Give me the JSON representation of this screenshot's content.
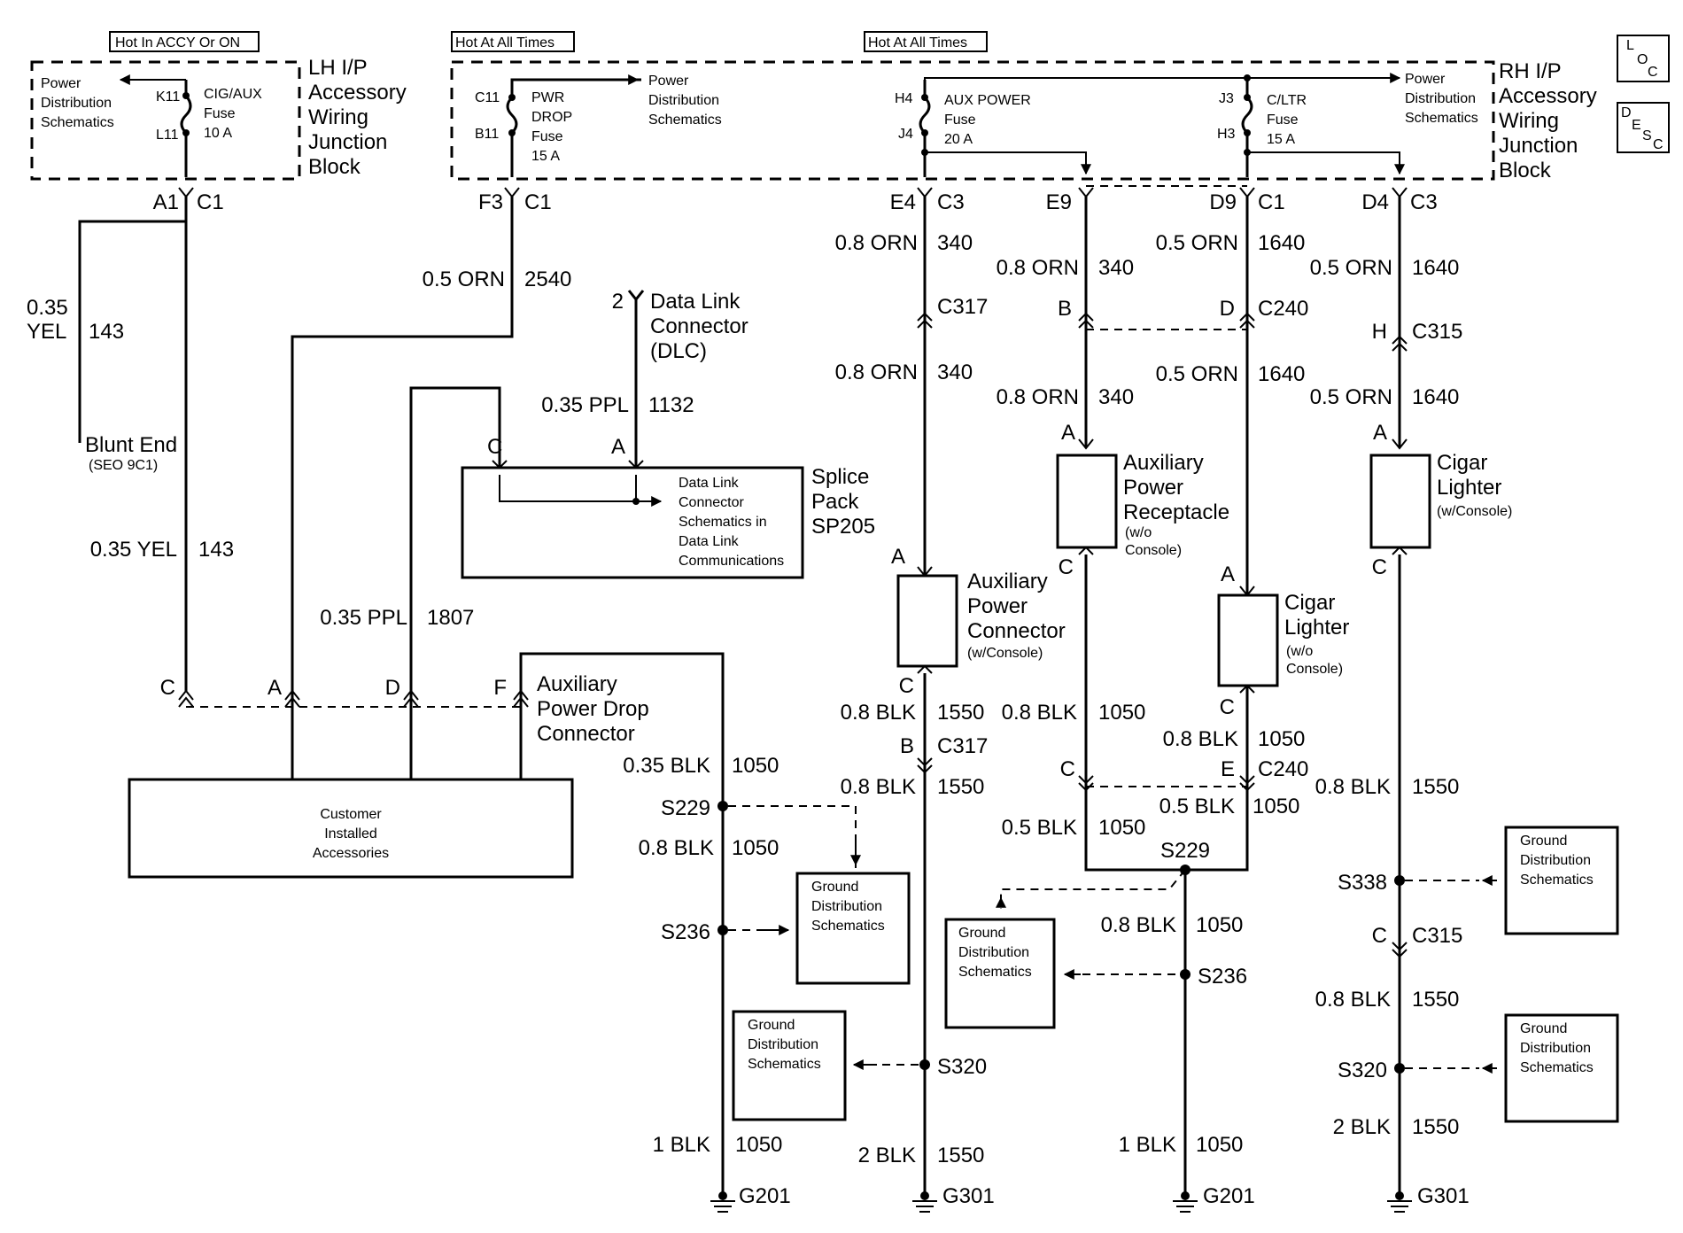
{
  "header": {
    "hot_accy": "Hot In ACCY Or ON",
    "hot_all_1": "Hot At All Times",
    "hot_all_2": "Hot At All Times",
    "loc": [
      "L",
      "O",
      "C"
    ],
    "desc": [
      "D",
      "E",
      "S",
      "C"
    ]
  },
  "lh_block": {
    "title": [
      "LH I/P",
      "Accessory",
      "Wiring",
      "Junction",
      "Block"
    ],
    "pds": [
      "Power",
      "Distribution",
      "Schematics"
    ],
    "fuse": [
      "CIG/AUX",
      "Fuse",
      "10 A"
    ],
    "pins": [
      "K11",
      "L11"
    ]
  },
  "rh_block": {
    "title": [
      "RH I/P",
      "Accessory",
      "Wiring",
      "Junction",
      "Block"
    ],
    "pwr_fuse": [
      "PWR",
      "DROP",
      "Fuse",
      "15 A"
    ],
    "pwr_pins": [
      "C11",
      "B11"
    ],
    "pds_left": [
      "Power",
      "Distribution",
      "Schematics"
    ],
    "aux_fuse": [
      "AUX POWER",
      "Fuse",
      "20 A"
    ],
    "aux_pins": [
      "H4",
      "J4"
    ],
    "cltr_fuse": [
      "C/LTR",
      "Fuse",
      "15 A"
    ],
    "cltr_pins": [
      "J3",
      "H3"
    ],
    "pds_right": [
      "Power",
      "Distribution",
      "Schematics"
    ]
  },
  "connectors": {
    "a1": "A1",
    "c1a": "C1",
    "f3": "F3",
    "c1b": "C1",
    "e4": "E4",
    "c3a": "C3",
    "e9": "E9",
    "d9": "D9",
    "c1c": "C1",
    "d4": "D4",
    "c3b": "C3"
  },
  "wires": {
    "w143_gauge": "0.35",
    "w143_color": "YEL",
    "w143_circuit": "143",
    "w143b": "0.35 YEL",
    "w143b_c": "143",
    "w2540": "0.5 ORN",
    "w2540_c": "2540",
    "w1132": "0.35 PPL",
    "w1132_c": "1132",
    "w1807": "0.35 PPL",
    "w1807_c": "1807",
    "w340a": "0.8 ORN",
    "w340a_c": "340",
    "w340b": "0.8 ORN",
    "w340b_c": "340",
    "w340c": "0.8 ORN",
    "w340c_c": "340",
    "w340d": "0.8 ORN",
    "w340d_c": "340",
    "w1640a": "0.5 ORN",
    "w1640a_c": "1640",
    "w1640b": "0.5 ORN",
    "w1640b_c": "1640",
    "w1640c": "0.5 ORN",
    "w1640c_c": "1640",
    "w1640d": "0.5 ORN",
    "w1640d_c": "1640",
    "w1050a": "0.35 BLK",
    "w1050a_c": "1050",
    "w1050b": "0.8 BLK",
    "w1050b_c": "1050",
    "w1050c": "1 BLK",
    "w1050c_c": "1050",
    "w1550a": "0.8 BLK",
    "w1550a_c": "1550",
    "w1550b": "0.8 BLK",
    "w1550b_c": "1550",
    "w1550c": "2 BLK",
    "w1550c_c": "1550",
    "w1050d": "0.8 BLK",
    "w1050d_c": "1050",
    "w1050e": "0.8 BLK",
    "w1050e_c": "1050",
    "w1050f": "0.5 BLK",
    "w1050f_c": "1050",
    "w1050g": "0.5 BLK",
    "w1050g_c": "1050",
    "w1050h": "0.8 BLK",
    "w1050h_c": "1050",
    "w1050i": "1 BLK",
    "w1050i_c": "1050",
    "w1550d": "0.8 BLK",
    "w1550d_c": "1550",
    "w1550e": "0.8 BLK",
    "w1550e_c": "1550",
    "w1550f": "2 BLK",
    "w1550f_c": "1550"
  },
  "components": {
    "blunt_end": "Blunt End",
    "blunt_sub": "(SEO 9C1)",
    "dlc_pin": "2",
    "dlc": [
      "Data Link",
      "Connector",
      "(DLC)"
    ],
    "splice_pack": [
      "Splice",
      "Pack",
      "SP205"
    ],
    "splice_pins": [
      "C",
      "A"
    ],
    "splice_text": [
      "Data Link",
      "Connector",
      "Schematics in",
      "Data Link",
      "Communications"
    ],
    "apd_pins": [
      "C",
      "A",
      "D",
      "F"
    ],
    "apd": [
      "Auxiliary",
      "Power Drop",
      "Connector"
    ],
    "customer": [
      "Customer",
      "Installed",
      "Accessories"
    ],
    "apc": [
      "Auxiliary",
      "Power",
      "Connector"
    ],
    "apc_sub": "(w/Console)",
    "apc_pins": [
      "A",
      "C"
    ],
    "apr": [
      "Auxiliary",
      "Power",
      "Receptacle"
    ],
    "apr_sub": [
      "(w/o",
      "Console)"
    ],
    "apr_pins": [
      "A",
      "C"
    ],
    "cig1": [
      "Cigar",
      "Lighter"
    ],
    "cig1_sub": [
      "(w/o",
      "Console)"
    ],
    "cig1_pins": [
      "A",
      "C"
    ],
    "cig2": [
      "Cigar",
      "Lighter"
    ],
    "cig2_sub": "(w/Console)",
    "cig2_pins": [
      "A",
      "C"
    ]
  },
  "inline": {
    "c317_top": "C317",
    "c240_top": "C240",
    "c315_top": "C315",
    "b_pin": "B",
    "d_pin": "D",
    "h_pin": "H",
    "c317_b": "B",
    "c317_bot": "C317",
    "c240_c": "C",
    "c240_e": "E",
    "c240_bot": "C240",
    "c315_c": "C",
    "c315_bot": "C315"
  },
  "splices": {
    "s229a": "S229",
    "s236a": "S236",
    "s229b": "S229",
    "s236b": "S236",
    "s320a": "S320",
    "s338": "S338",
    "s320b": "S320"
  },
  "grounds": {
    "g201a": "G201",
    "g301a": "G301",
    "g201b": "G201",
    "g301b": "G301"
  },
  "gds": [
    "Ground",
    "Distribution",
    "Schematics"
  ]
}
